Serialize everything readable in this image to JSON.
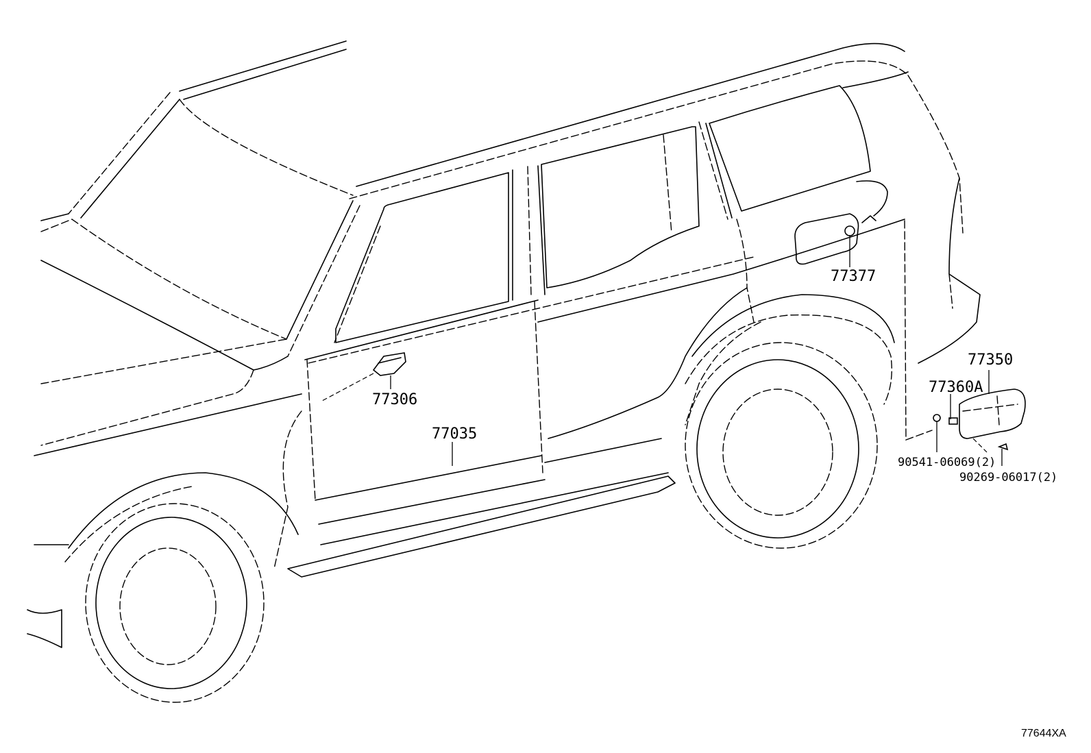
{
  "callouts": {
    "fuel_lid_lock": "77377",
    "fuel_lid": "77350",
    "fuel_lid_hinge": "77360A",
    "fuel_inlet_box": "77306",
    "door_assembly": "77035",
    "cushion_bolt": "90541-06069(2)",
    "clip_screw": "90269-06017(2)"
  },
  "figure_ref": "77644XA"
}
